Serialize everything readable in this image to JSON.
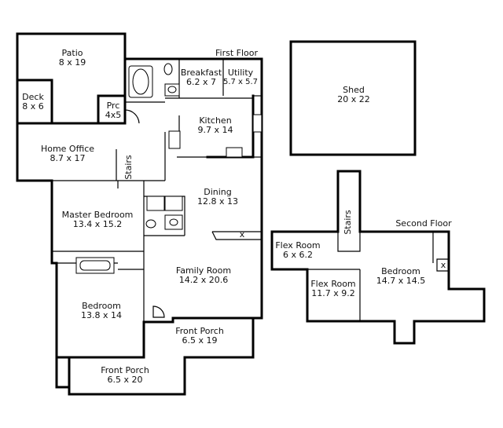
{
  "floors": {
    "first": "First Floor",
    "second": "Second Floor"
  },
  "rooms": {
    "patio": {
      "name": "Patio",
      "dims": "8 x 19"
    },
    "deck": {
      "name": "Deck",
      "dims": "8 x 6"
    },
    "prc": {
      "name": "Prc",
      "dims": "4x5"
    },
    "breakfast": {
      "name": "Breakfast",
      "dims": "6.2 x 7"
    },
    "utility": {
      "name": "Utility",
      "dims": "5.7 x 5.7"
    },
    "kitchen": {
      "name": "Kitchen",
      "dims": "9.7 x 14"
    },
    "home_office": {
      "name": "Home Office",
      "dims": "8.7 x 17"
    },
    "dining": {
      "name": "Dining",
      "dims": "12.8 x 13"
    },
    "master": {
      "name": "Master Bedroom",
      "dims": "13.4 x 15.2"
    },
    "family": {
      "name": "Family Room",
      "dims": "14.2 x 20.6"
    },
    "bedroom1": {
      "name": "Bedroom",
      "dims": "13.8 x 14"
    },
    "front_porch1": {
      "name": "Front Porch",
      "dims": "6.5 x 19"
    },
    "front_porch2": {
      "name": "Front Porch",
      "dims": "6.5 x 20"
    },
    "shed": {
      "name": "Shed",
      "dims": "20 x 22"
    },
    "flex1": {
      "name": "Flex Room",
      "dims": "6 x 6.2"
    },
    "flex2": {
      "name": "Flex Room",
      "dims": "11.7 x 9.2"
    },
    "bedroom2": {
      "name": "Bedroom",
      "dims": "14.7 x 14.5"
    }
  },
  "stairs": {
    "first": "Stairs",
    "second": "Stairs"
  },
  "marks": {
    "x1": "x",
    "x2": "x"
  }
}
